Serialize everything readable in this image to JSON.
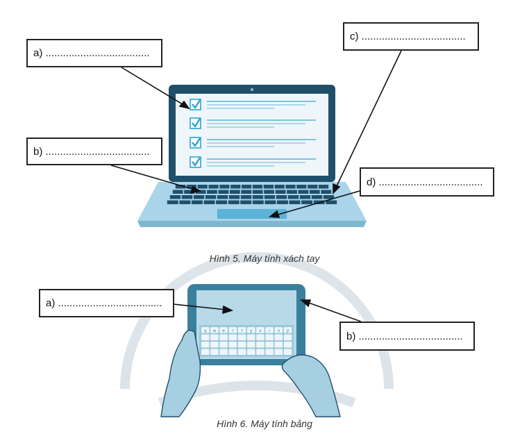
{
  "figure5": {
    "labels": {
      "a": "a) ....................................",
      "b": "b) ....................................",
      "c": "c) ....................................",
      "d": "d) ...................................."
    },
    "caption": "Hình 5. Máy tính xách tay"
  },
  "figure6": {
    "labels": {
      "a": "a) ....................................",
      "b": "b) ...................................."
    },
    "caption": "Hình 6. Máy tính bảng",
    "keyboard_keys": [
      "q",
      "w",
      "e",
      "r",
      "t",
      "y",
      "u",
      "i",
      "o",
      "p"
    ]
  },
  "colors": {
    "laptop_frame": "#1f4f6b",
    "screen": "#e9f3f8",
    "accent": "#2aa3d4",
    "base": "#a9d4ea",
    "tablet_frame": "#3a7f9c",
    "hand": "#a7cfe2"
  }
}
